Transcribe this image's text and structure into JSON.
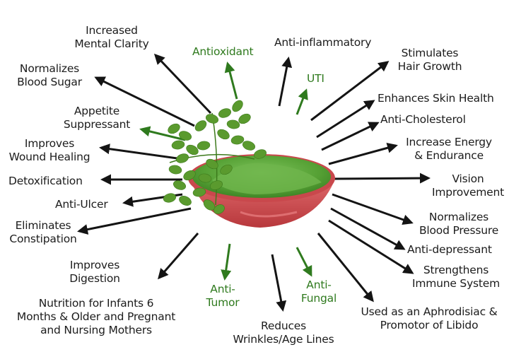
{
  "colors": {
    "arrow_dark": "#141414",
    "arrow_green": "#2f7a1e",
    "bowl": "#d9575a",
    "powder": "#5ea83f",
    "leaf": "#5a9a2e",
    "text_dark": "#1c1c1c",
    "text_green": "#2f7a1e"
  },
  "center": {
    "image": "moringa-powder-bowl-with-leaves"
  },
  "labels": {
    "mental_clarity": "Increased\nMental Clarity",
    "blood_sugar": "Normalizes\nBlood Sugar",
    "appetite": "Appetite\nSuppressant",
    "wound_healing": "Improves\nWound Healing",
    "detox": "Detoxification",
    "anti_ulcer": "Anti-Ulcer",
    "constipation": "Eliminates\nConstipation",
    "digestion": "Improves\nDigestion",
    "infants": "Nutrition for Infants 6\nMonths & Older and Pregnant\nand Nursing Mothers",
    "anti_tumor": "Anti-\nTumor",
    "wrinkles": "Reduces\nWrinkles/Age Lines",
    "anti_fungal": "Anti-\nFungal",
    "aphrodisiac": "Used as an Aphrodisiac &\nPromotor of Libido",
    "immune": "Strengthens\nImmune System",
    "antidepressant": "Anti-depressant",
    "blood_pressure": "Normalizes\nBlood Pressure",
    "vision": "Vision\nImprovement",
    "energy": "Increase Energy\n& Endurance",
    "cholesterol": "Anti-Cholesterol",
    "skin": "Enhances Skin Health",
    "hair": "Stimulates\nHair Growth",
    "anti_inflammatory": "Anti-inflammatory",
    "uti": "UTI",
    "antioxidant": "Antioxidant"
  }
}
